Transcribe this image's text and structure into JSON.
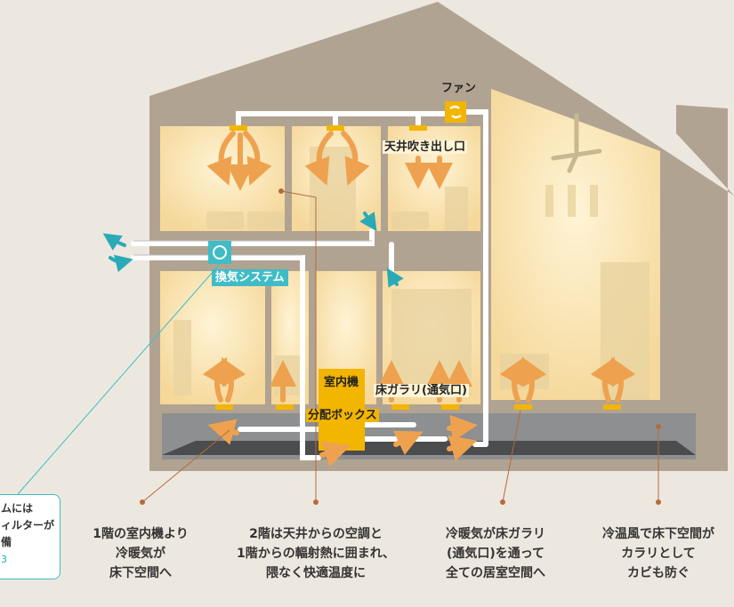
{
  "labels": {
    "fan": "ファン",
    "ceiling_outlet": "天井吹き出し口",
    "ventilation_system": "換気システム",
    "indoor_unit": "室内機",
    "floor_vent": "床ガラリ(通気口)",
    "distribution_box": "分配ボックス"
  },
  "captions": [
    {
      "lines": [
        "1階の室内機より",
        "冷暖気が",
        "床下空間へ"
      ]
    },
    {
      "lines": [
        "2階は天井からの空調と",
        "1階からの輻射熱に囲まれ、",
        "隈なく快適温度に"
      ]
    },
    {
      "lines": [
        "冷暖気が床ガラリ",
        "(通気口)を通って",
        "全ての居室空間へ"
      ]
    },
    {
      "lines": [
        "冷温風で床下空間が",
        "カラリとして",
        "カビも防ぐ"
      ]
    }
  ],
  "callout": {
    "lines": [
      "ムには",
      "ィルターが",
      "備"
    ],
    "link": "3"
  },
  "colors": {
    "background": "#ede8df",
    "house": "#b1a392",
    "room_light": "#fbe6b6",
    "accent_teal": "#3fbcc6",
    "vent_yellow": "#f2b500",
    "arrow_orange": "#eea24f",
    "leader_brown": "#b46a3c"
  },
  "icons": [
    "fan-icon",
    "ventilation-icon",
    "ceiling-fan-icon"
  ]
}
